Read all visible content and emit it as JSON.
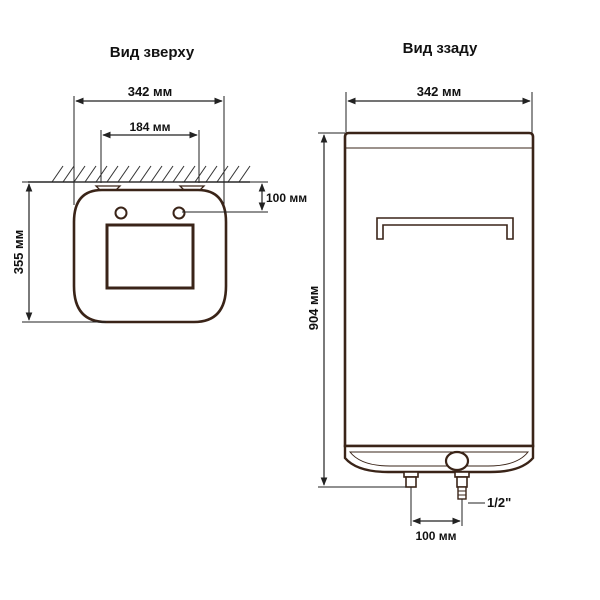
{
  "top_view": {
    "title": "Вид зверху",
    "width_label": "342 мм",
    "mount_spacing_label": "184 мм",
    "wall_gap_label": "100 мм",
    "depth_label": "355 мм"
  },
  "rear_view": {
    "title": "Вид ззаду",
    "width_label": "342 мм",
    "height_label": "904 мм",
    "pipe_spacing_label": "100 мм",
    "thread_label": "1/2\""
  },
  "colors": {
    "outline": "#3a2418",
    "dimension": "#222222",
    "hatch": "#333333"
  }
}
